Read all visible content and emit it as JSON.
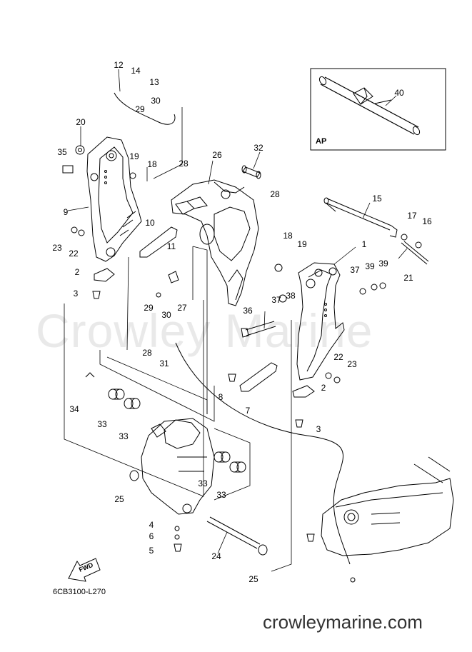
{
  "watermark": "Crowley Marine",
  "footer_url": "crowleymarine.com",
  "drawing_code": "6CB3100-L270",
  "inset_label": "AP",
  "fwd_label": "FWD",
  "callouts": [
    "12",
    "14",
    "13",
    "30",
    "29",
    "20",
    "35",
    "19",
    "18",
    "28",
    "26",
    "32",
    "28",
    "15",
    "17",
    "16",
    "9",
    "10",
    "11",
    "18",
    "19",
    "1",
    "37",
    "39",
    "39",
    "23",
    "22",
    "2",
    "3",
    "37",
    "38",
    "21",
    "36",
    "29",
    "30",
    "27",
    "28",
    "31",
    "22",
    "23",
    "2",
    "8",
    "7",
    "34",
    "33",
    "33",
    "3",
    "33",
    "33",
    "25",
    "4",
    "6",
    "5",
    "24",
    "25",
    "40"
  ]
}
